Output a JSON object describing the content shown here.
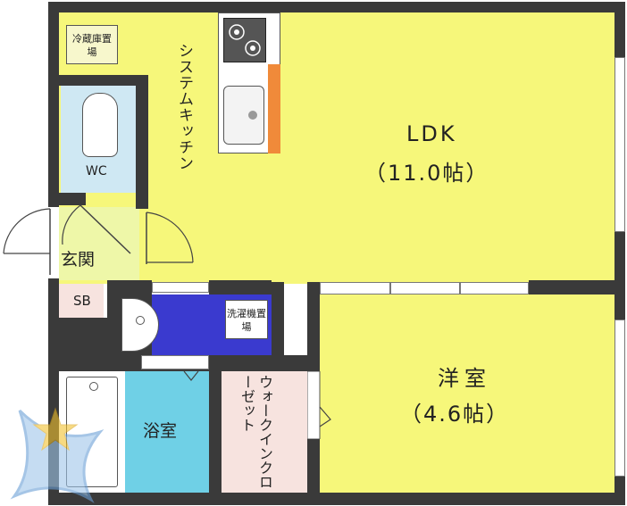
{
  "rooms": {
    "ldk": {
      "name": "LDK",
      "size": "（11.0帖）"
    },
    "western": {
      "name": "洋室",
      "size": "（4.6帖）"
    },
    "bath": {
      "name": "浴室"
    },
    "wc": {
      "name": "WC"
    },
    "entrance": {
      "name": "玄関"
    },
    "shoe_box": {
      "name": "SB"
    },
    "fridge": {
      "name": "冷蔵庫置場"
    },
    "kitchen": {
      "name": "システムキッチン"
    },
    "washer": {
      "name": "洗濯機置場"
    },
    "closet": {
      "name": "ウォークインクローゼット"
    }
  },
  "colors": {
    "wall": "#3a3a3a",
    "room_floor": "#f6f77a",
    "wc_floor": "#cfe8f3",
    "bath_floor": "#6fd0e6",
    "washroom_floor": "#3a3acf",
    "closet_floor": "#f7e3df",
    "shoe_box": "#f7e3df",
    "counter_accent": "#f08a3a"
  }
}
